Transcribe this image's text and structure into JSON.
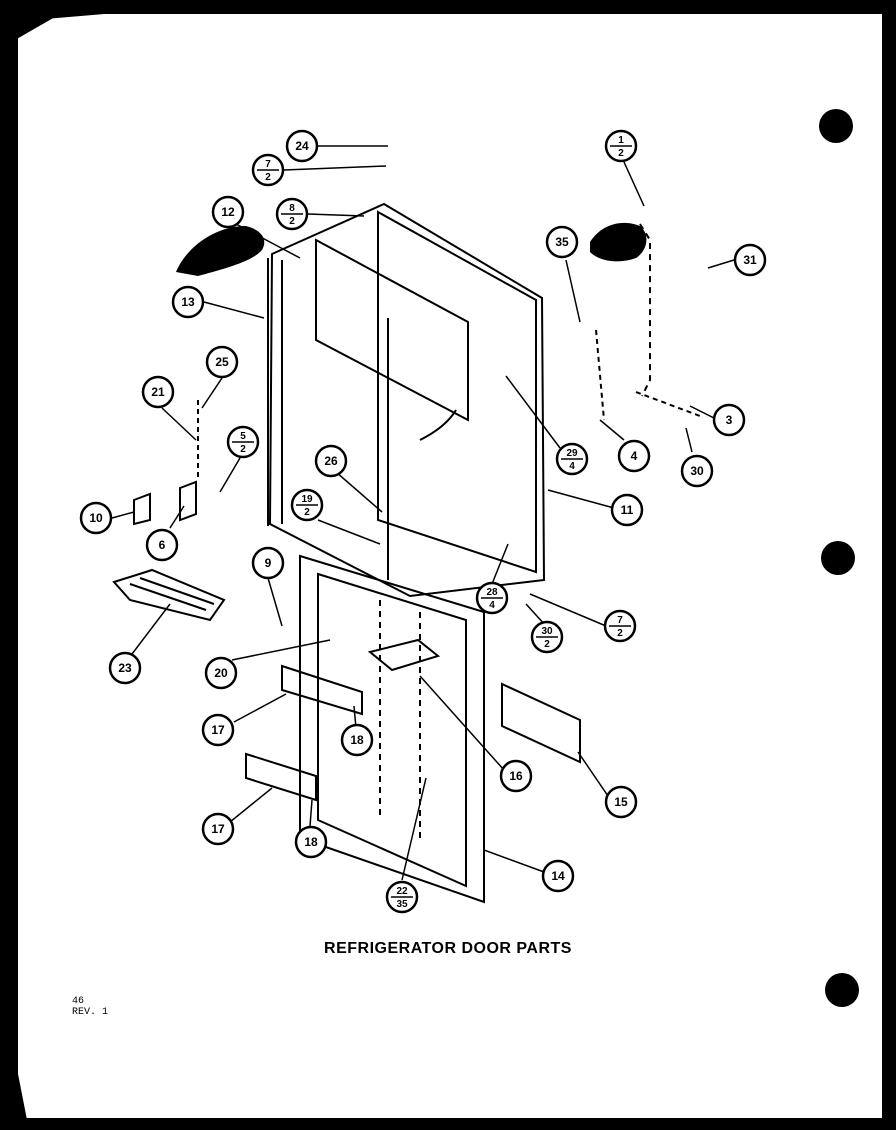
{
  "diagram": {
    "caption": "REFRIGERATOR DOOR PARTS",
    "page_number": "46",
    "revision": "REV. 1",
    "callouts": [
      {
        "id": "c24",
        "top": "24"
      },
      {
        "id": "c7-2a",
        "top": "7",
        "bottom": "2"
      },
      {
        "id": "c8-2",
        "top": "8",
        "bottom": "2"
      },
      {
        "id": "c12",
        "top": "12"
      },
      {
        "id": "c13",
        "top": "13"
      },
      {
        "id": "c1-2",
        "top": "1",
        "bottom": "2"
      },
      {
        "id": "c35",
        "top": "35"
      },
      {
        "id": "c31",
        "top": "31"
      },
      {
        "id": "c25",
        "top": "25"
      },
      {
        "id": "c21",
        "top": "21"
      },
      {
        "id": "c5-2",
        "top": "5",
        "bottom": "2"
      },
      {
        "id": "c29-4",
        "top": "29",
        "bottom": "4"
      },
      {
        "id": "c3",
        "top": "3"
      },
      {
        "id": "c4",
        "top": "4"
      },
      {
        "id": "c30",
        "top": "30"
      },
      {
        "id": "c26",
        "top": "26"
      },
      {
        "id": "c19-2",
        "top": "19",
        "bottom": "2"
      },
      {
        "id": "c10",
        "top": "10"
      },
      {
        "id": "c6",
        "top": "6"
      },
      {
        "id": "c11",
        "top": "11"
      },
      {
        "id": "c9",
        "top": "9"
      },
      {
        "id": "c28-4",
        "top": "28",
        "bottom": "4"
      },
      {
        "id": "c7-2b",
        "top": "7",
        "bottom": "2"
      },
      {
        "id": "c30-2",
        "top": "30",
        "bottom": "2"
      },
      {
        "id": "c23",
        "top": "23"
      },
      {
        "id": "c20",
        "top": "20"
      },
      {
        "id": "c17a",
        "top": "17"
      },
      {
        "id": "c18a",
        "top": "18"
      },
      {
        "id": "c16",
        "top": "16"
      },
      {
        "id": "c15",
        "top": "15"
      },
      {
        "id": "c17b",
        "top": "17"
      },
      {
        "id": "c18b",
        "top": "18"
      },
      {
        "id": "c14",
        "top": "14"
      },
      {
        "id": "c22-35",
        "top": "22",
        "bottom": "35"
      }
    ]
  }
}
